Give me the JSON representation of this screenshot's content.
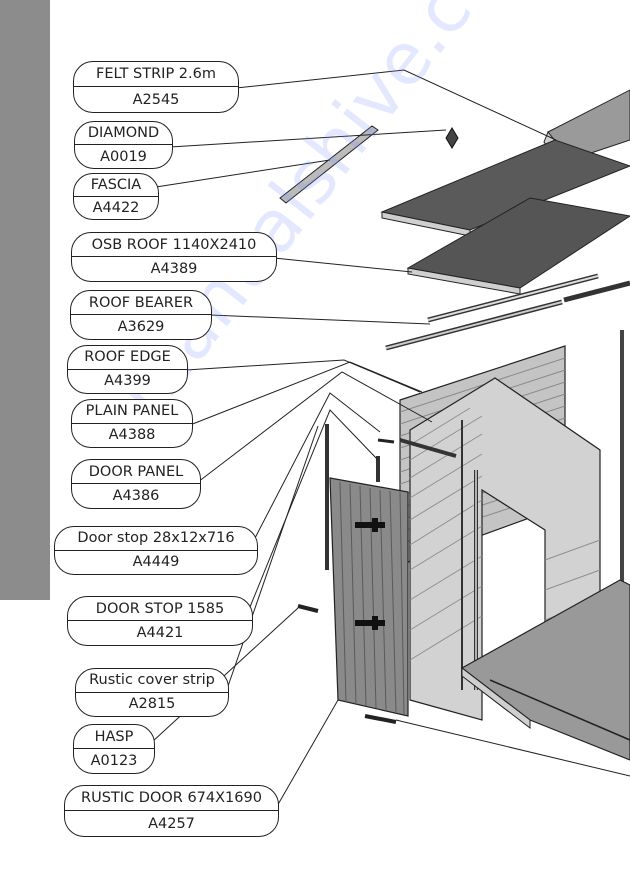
{
  "labels": [
    {
      "title": "FELT STRIP 2.6m",
      "code": "A2545"
    },
    {
      "title": "DIAMOND",
      "code": "A0019"
    },
    {
      "title": "FASCIA",
      "code": "A4422"
    },
    {
      "title": "OSB ROOF 1140X2410",
      "code": "A4389"
    },
    {
      "title": "ROOF BEARER",
      "code": "A3629"
    },
    {
      "title": "ROOF EDGE",
      "code": "A4399"
    },
    {
      "title": "PLAIN PANEL",
      "code": "A4388"
    },
    {
      "title": "DOOR PANEL",
      "code": "A4386"
    },
    {
      "title": "Door stop  28x12x716",
      "code": "A4449"
    },
    {
      "title": "DOOR STOP 1585",
      "code": "A4421"
    },
    {
      "title": "Rustic cover strip",
      "code": "A2815"
    },
    {
      "title": "HASP",
      "code": "A0123"
    },
    {
      "title": "RUSTIC DOOR 674X1690",
      "code": "A4257"
    }
  ],
  "watermark": "manualshive.com",
  "colors": {
    "sidebar": "#8c8c8c",
    "roof": "#5a5a5a",
    "panel": "#c4c4c4",
    "door": "#8a8a8a"
  }
}
